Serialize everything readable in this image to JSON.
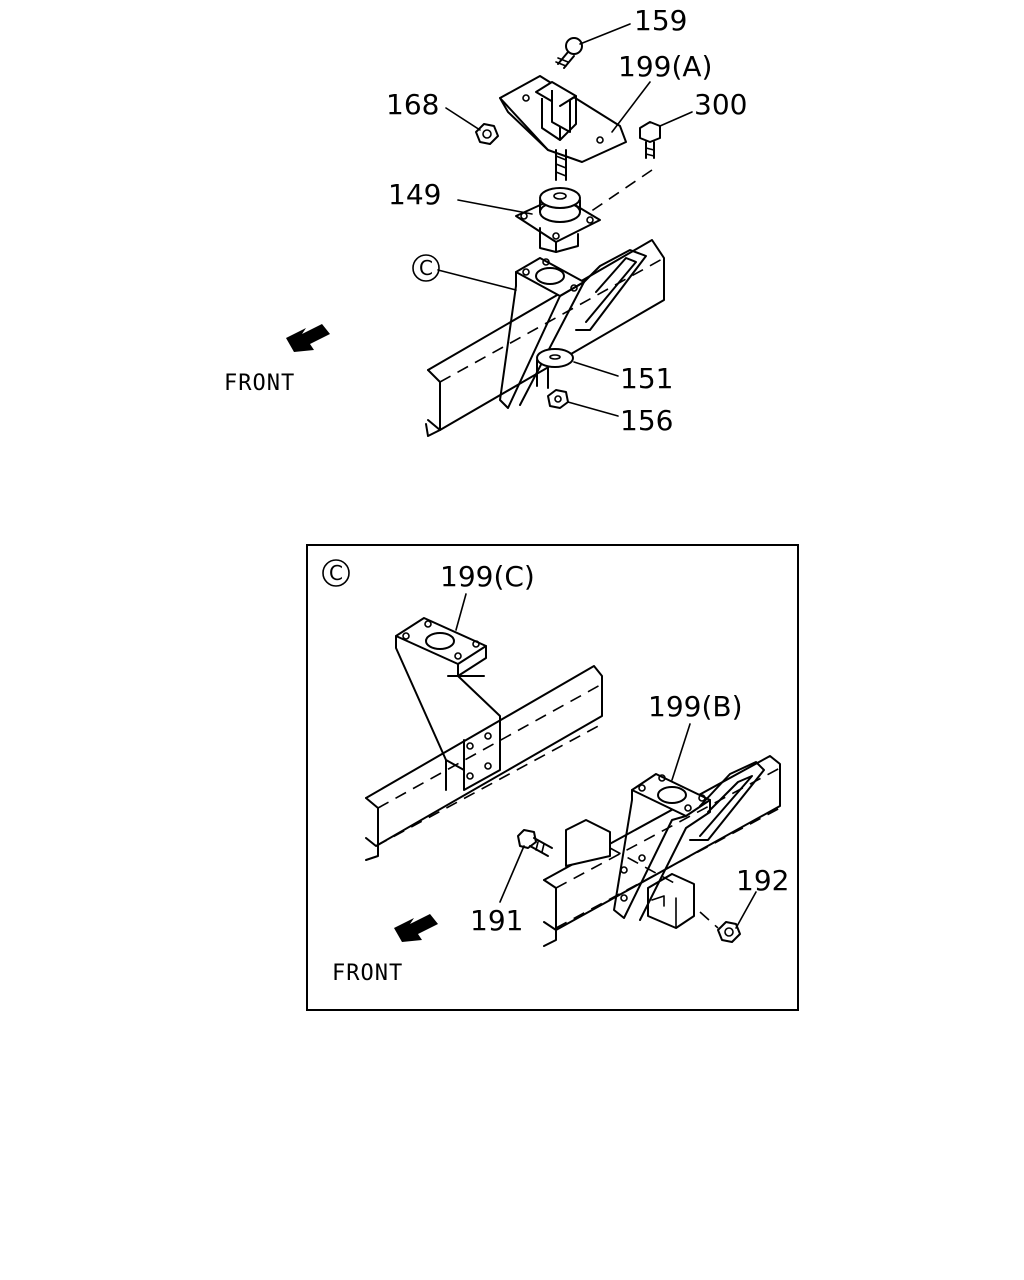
{
  "top_view": {
    "labels": {
      "p159": "159",
      "p199a": "199(A)",
      "p168": "168",
      "p300": "300",
      "p149": "149",
      "pc": "C",
      "p151": "151",
      "p156": "156"
    },
    "front": "FRONT"
  },
  "detail_view": {
    "marker": "C",
    "labels": {
      "p199c": "199(C)",
      "p199b": "199(B)",
      "p191": "191",
      "p192": "192"
    },
    "front": "FRONT"
  }
}
